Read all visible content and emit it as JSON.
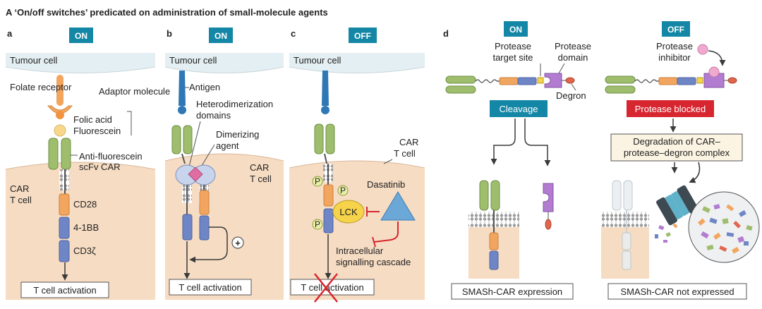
{
  "title": "A ‘On/off switches’ predicated on administration of small-molecule agents",
  "colors": {
    "tumour": "#e4eff3",
    "tcell": "#f6dcc3",
    "badge": "#1487a6",
    "blocked": "#d7262f",
    "green": "#9ebe6e",
    "orange": "#f2a55e",
    "blue": "#6f86c6",
    "purple": "#b27cd0",
    "antigen": "#2f78b5"
  },
  "panels": {
    "a": {
      "letter": "a",
      "badge": "ON",
      "tumour_label": "Tumour cell",
      "folate_receptor": "Folate receptor",
      "adaptor_molecule": "Adaptor molecule",
      "folic_acid": "Folic acid",
      "fluorescein": "Fluorescein",
      "anti_fluorescein_1": "Anti-fluorescein",
      "anti_fluorescein_2": "scFv CAR",
      "car_tcell_1": "CAR",
      "car_tcell_2": "T cell",
      "domains": [
        "CD28",
        "4-1BB",
        "CD3ζ"
      ],
      "activation": "T cell activation"
    },
    "b": {
      "letter": "b",
      "badge": "ON",
      "tumour_label": "Tumour cell",
      "antigen": "Antigen",
      "heterodimerization_1": "Heterodimerization",
      "heterodimerization_2": "domains",
      "dimerizing_1": "Dimerizing",
      "dimerizing_2": "agent",
      "car_tcell_1": "CAR",
      "car_tcell_2": "T cell",
      "plus": "+",
      "activation": "T cell activation"
    },
    "c": {
      "letter": "c",
      "badge": "OFF",
      "tumour_label": "Tumour cell",
      "car_tcell_1": "CAR",
      "car_tcell_2": "T cell",
      "phospho": "P",
      "lck": "LCK",
      "dasatinib": "Dasatinib",
      "cascade_1": "Intracellular",
      "cascade_2": "signalling cascade",
      "activation": "T cell activation"
    },
    "d": {
      "letter": "d",
      "on_badge": "ON",
      "off_badge": "OFF",
      "target_site_1": "Protease",
      "target_site_2": "target site",
      "protease_domain_1": "Protease",
      "protease_domain_2": "domain",
      "degron": "Degron",
      "cleavage": "Cleavage",
      "protease_inhibitor_1": "Protease",
      "protease_inhibitor_2": "inhibitor",
      "protease_blocked": "Protease blocked",
      "degradation_1": "Degradation of CAR–",
      "degradation_2": "protease–degron complex",
      "expression": "SMASh-CAR expression",
      "not_expressed": "SMASh-CAR not expressed"
    }
  }
}
